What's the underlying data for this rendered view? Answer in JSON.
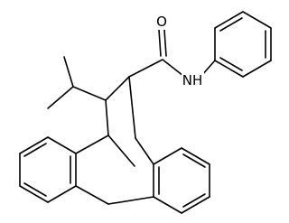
{
  "structure": {
    "atoms": [
      {
        "id": "O",
        "symbol": "O",
        "show_label": true
      },
      {
        "id": "N",
        "symbol": "NH",
        "show_label": true
      }
    ]
  }
}
